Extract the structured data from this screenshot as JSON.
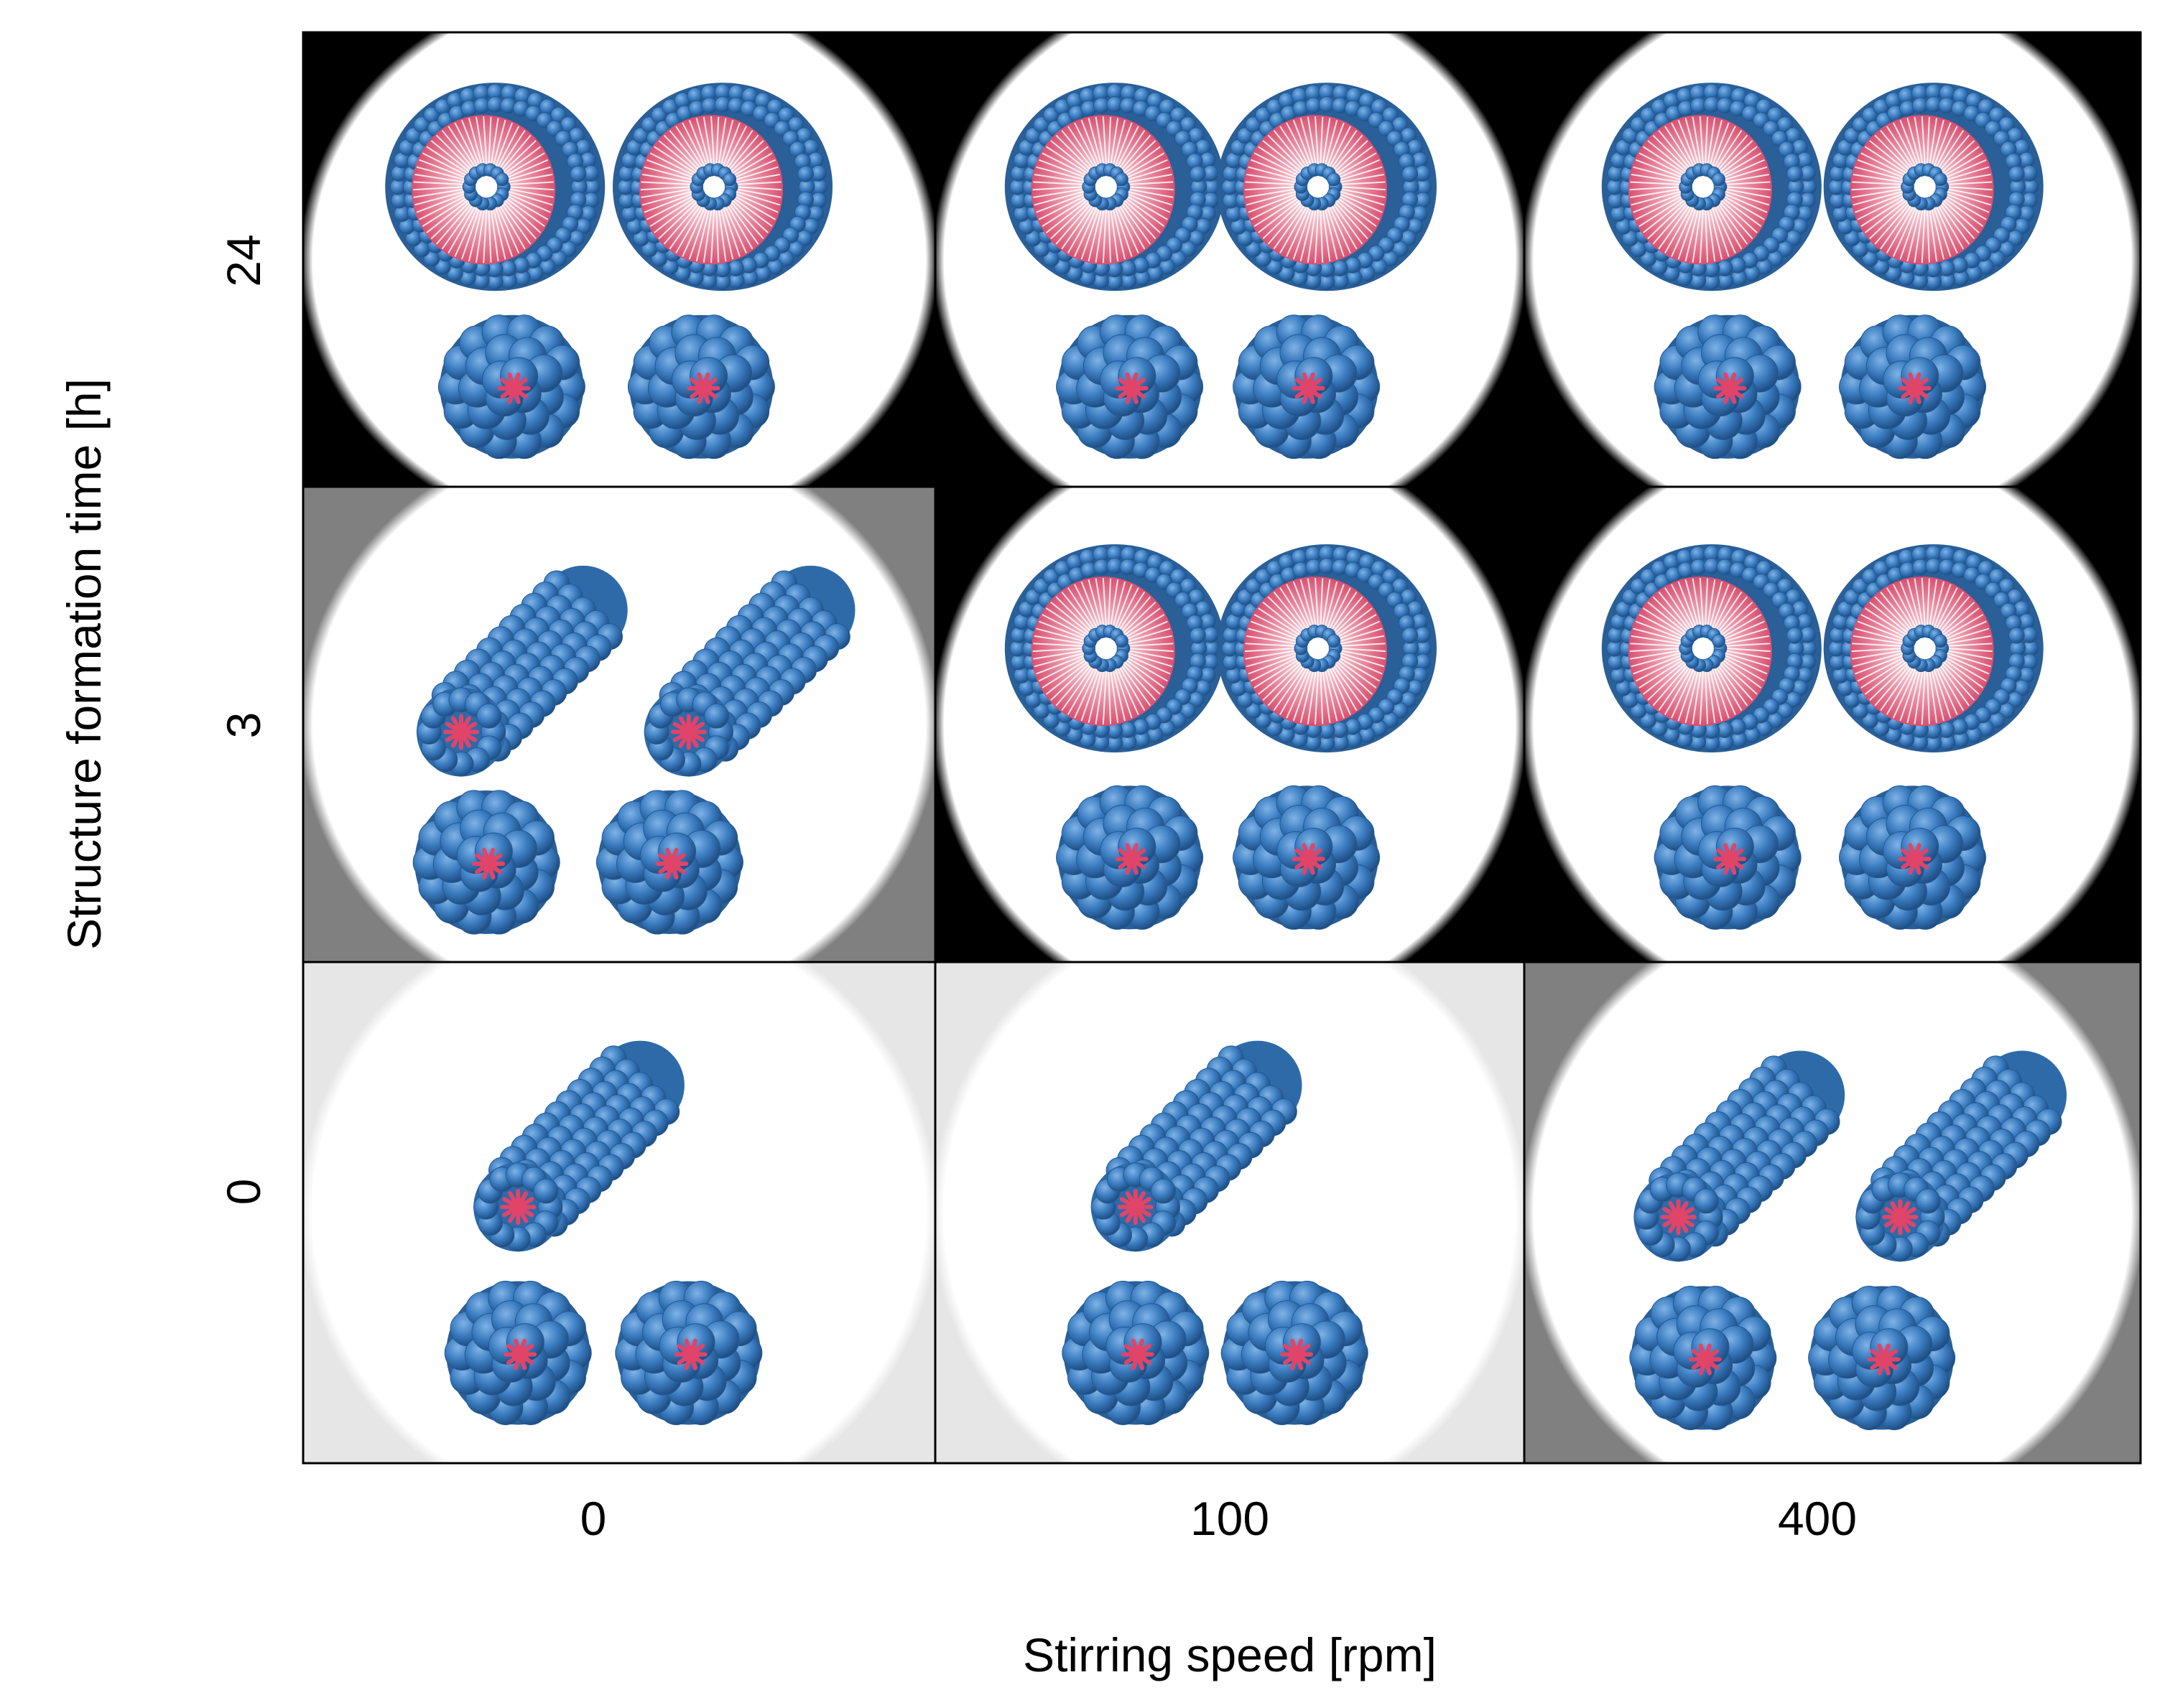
{
  "figure": {
    "x_axis_title": "Stirring speed [rpm]",
    "y_axis_title": "Structure formation time [h]",
    "x_ticks": [
      "0",
      "100",
      "400"
    ],
    "y_ticks": [
      "24",
      "3",
      "0"
    ]
  },
  "colors": {
    "particle_blue": "#3b7cc0",
    "core_red": "#e04468",
    "inner_pink": "#e8879c"
  },
  "grid": {
    "rows": [
      {
        "time": "24",
        "cells": [
          {
            "stirring": "0",
            "structures": "vesicle",
            "background": "#000000"
          },
          {
            "stirring": "100",
            "structures": "vesicle",
            "background": "#000000"
          },
          {
            "stirring": "400",
            "structures": "vesicle",
            "background": "#000000"
          }
        ]
      },
      {
        "time": "3",
        "cells": [
          {
            "stirring": "0",
            "structures": "cylinder",
            "background": "#808080"
          },
          {
            "stirring": "100",
            "structures": "vesicle",
            "background": "#000000"
          },
          {
            "stirring": "400",
            "structures": "vesicle",
            "background": "#000000"
          }
        ]
      },
      {
        "time": "0",
        "cells": [
          {
            "stirring": "0",
            "structures": "cylinder-single",
            "background": "#e6e6e6"
          },
          {
            "stirring": "100",
            "structures": "cylinder-single",
            "background": "#e6e6e6"
          },
          {
            "stirring": "400",
            "structures": "cylinder",
            "background": "#808080"
          }
        ]
      }
    ]
  }
}
